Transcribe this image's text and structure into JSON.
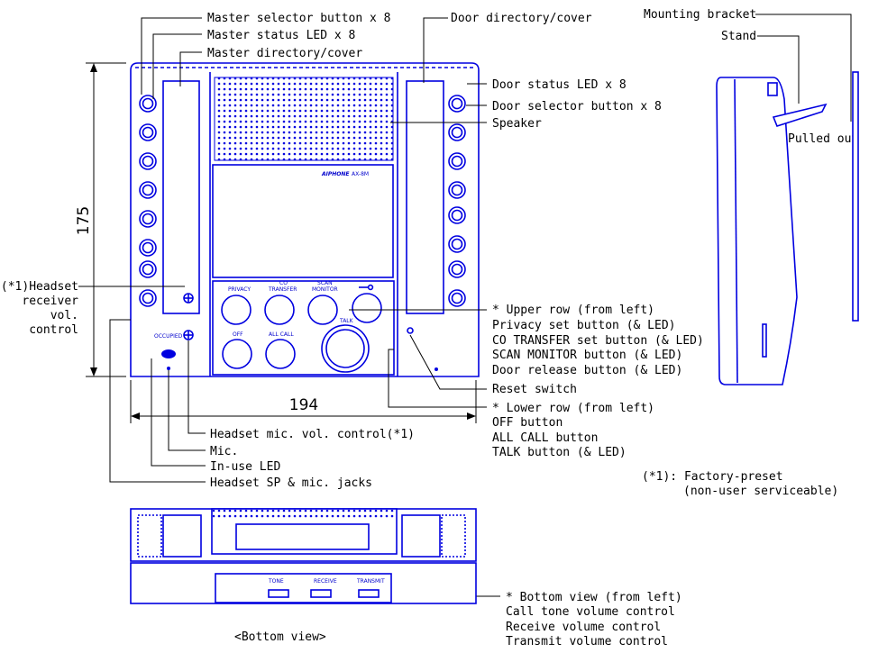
{
  "colors": {
    "device": "#0000e0",
    "leader": "#000000",
    "background": "#ffffff"
  },
  "labels": {
    "master_selector": "Master selector button x 8",
    "master_status_led": "Master status LED x 8",
    "master_directory": "Master directory/cover",
    "door_directory": "Door directory/cover",
    "door_status_led": "Door status LED x 8",
    "door_selector": "Door selector button x 8",
    "speaker": "Speaker",
    "mounting_bracket": "Mounting bracket",
    "stand": "Stand",
    "pulled_out": "Pulled out",
    "headset_receiver": [
      "(*1)Headset",
      "receiver",
      "vol.",
      "control"
    ],
    "upper_row": [
      "* Upper row (from left)",
      "Privacy set button (& LED)",
      "CO TRANSFER set button (& LED)",
      "SCAN MONITOR button (& LED)",
      "Door release button (& LED)"
    ],
    "reset_switch": "Reset switch",
    "lower_row": [
      "* Lower row (from left)",
      "OFF button",
      "ALL CALL button",
      "TALK button (& LED)"
    ],
    "headset_mic_vol": "Headset mic. vol. control(*1)",
    "mic": "Mic.",
    "in_use_led": "In-use LED",
    "headset_jacks": "Headset SP & mic. jacks",
    "footnote": [
      "(*1): Factory-preset",
      "(non-user serviceable)"
    ],
    "bottom_view_items": [
      "* Bottom view (from left)",
      "Call tone volume control",
      "Receive volume control",
      "Transmit volume control"
    ],
    "bottom_view_caption": "<Bottom view>"
  },
  "dimensions": {
    "height": "175",
    "width": "194"
  },
  "panel_text": {
    "brand": "AIPHONE",
    "model": "AX-8M",
    "privacy": "PRIVACY",
    "co_transfer": [
      "CO",
      "TRANSFER"
    ],
    "scan_monitor": [
      "SCAN",
      "MONITOR"
    ],
    "off": "OFF",
    "all_call": "ALL CALL",
    "talk": "TALK",
    "occupied": "OCCUPIED",
    "tone": "TONE",
    "receive": "RECEIVE",
    "transmit": "TRANSMIT"
  },
  "icons": {
    "door_release": "key-icon",
    "headset_control": "adjust-knob-icon"
  }
}
